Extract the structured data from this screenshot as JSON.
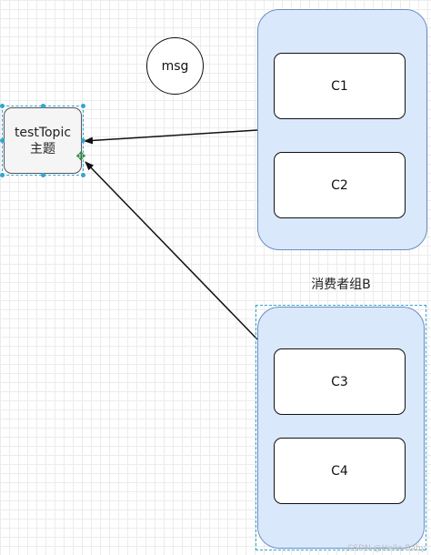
{
  "topic": {
    "name": "testTopic",
    "subtitle": "主题"
  },
  "message": {
    "label": "msg"
  },
  "group_b": {
    "label": "消费者组B"
  },
  "consumers": {
    "c1": "C1",
    "c2": "C2",
    "c3": "C3",
    "c4": "C4"
  },
  "watermark": "CSDN @Hello Baby",
  "colors": {
    "group_fill": "#dae8fc",
    "group_stroke": "#6c8ebf",
    "selection": "#32a6d0",
    "topic_fill": "#f5f5f5"
  },
  "icons": {
    "move_handle": "move-icon"
  }
}
